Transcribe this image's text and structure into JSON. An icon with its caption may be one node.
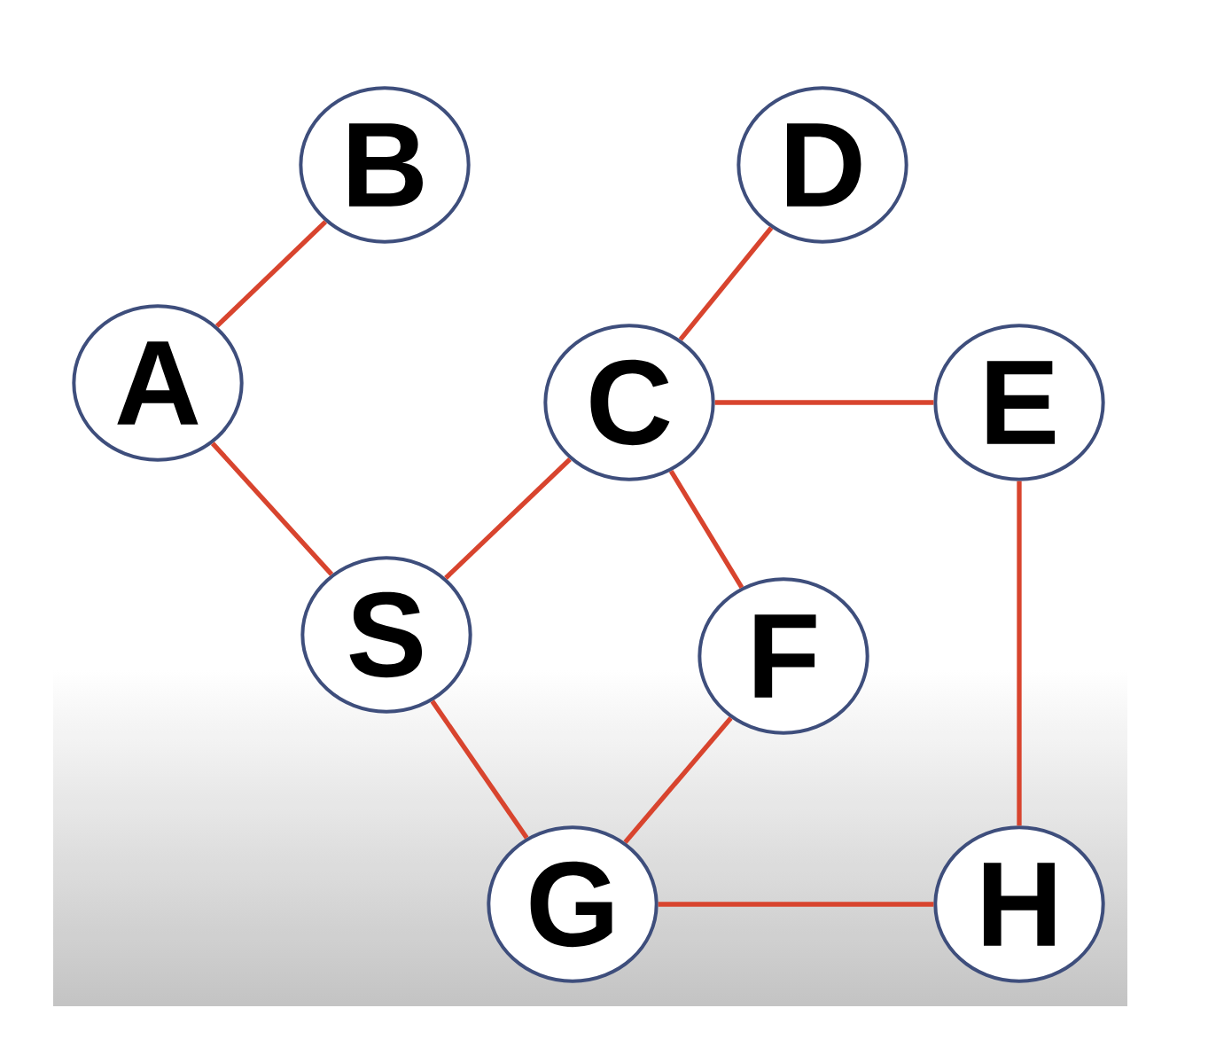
{
  "diagram": {
    "nodes": [
      {
        "text": [
          "B"
        ]
      },
      {
        "text": [
          "D"
        ]
      },
      {
        "text": [
          "A"
        ]
      },
      {
        "text": [
          "C"
        ]
      },
      {
        "text": [
          "E"
        ]
      },
      {
        "text": [
          "S"
        ]
      },
      {
        "text": [
          "F"
        ]
      },
      {
        "text": [
          "G"
        ]
      },
      {
        "text": [
          "H"
        ]
      }
    ],
    "edges": [
      {
        "from": 2,
        "to": 0,
        "arrow": "none"
      },
      {
        "from": 2,
        "to": 5,
        "arrow": "none"
      },
      {
        "from": 5,
        "to": 3,
        "arrow": "none"
      },
      {
        "from": 3,
        "to": 1,
        "arrow": "none"
      },
      {
        "from": 3,
        "to": 4,
        "arrow": "none"
      },
      {
        "from": 3,
        "to": 6,
        "arrow": "none"
      },
      {
        "from": 5,
        "to": 7,
        "arrow": "none"
      },
      {
        "from": 6,
        "to": 7,
        "arrow": "none"
      },
      {
        "from": 7,
        "to": 8,
        "arrow": "none"
      },
      {
        "from": 4,
        "to": 8,
        "arrow": "none"
      }
    ]
  }
}
